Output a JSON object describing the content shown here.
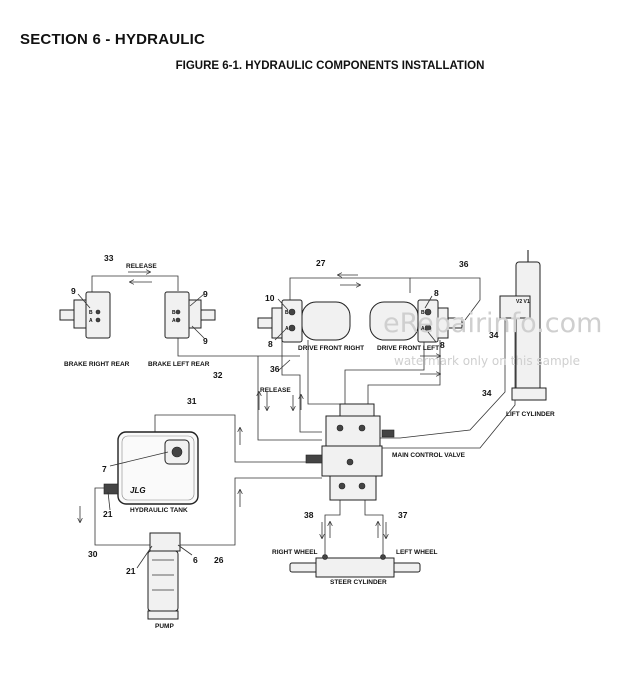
{
  "header": {
    "section_title": "SECTION 6 - HYDRAULIC",
    "figure_title": "FIGURE 6-1. HYDRAULIC COMPONENTS INSTALLATION"
  },
  "components": {
    "brake_right_rear": "BRAKE RIGHT REAR",
    "brake_left_rear": "BRAKE LEFT REAR",
    "drive_front_right": "DRIVE FRONT RIGHT",
    "drive_front_left": "DRIVE FRONT LEFT",
    "lift_cylinder": "LIFT CYLINDER",
    "main_control_valve": "MAIN CONTROL VALVE",
    "hydraulic_tank": "HYDRAULIC TANK",
    "pump": "PUMP",
    "right_wheel": "RIGHT WHEEL",
    "left_wheel": "LEFT WHEEL",
    "steer_cylinder": "STEER CYLINDER",
    "release_top": "RELEASE",
    "release_mid": "RELEASE",
    "tank_logo": "JLG",
    "lift_ports": "V2 V1"
  },
  "callouts": {
    "n33": "33",
    "n9a": "9",
    "n9b": "9",
    "n9c": "9",
    "n10": "10",
    "n8a": "8",
    "n8b": "8",
    "n8c": "8",
    "n27": "27",
    "n36a": "36",
    "n36b": "36",
    "n34a": "34",
    "n34b": "34",
    "n32": "32",
    "n31": "31",
    "n7": "7",
    "n21a": "21",
    "n21b": "21",
    "n30": "30",
    "n6": "6",
    "n26": "26",
    "n38": "38",
    "n37": "37"
  },
  "port_letters": {
    "b1": "B",
    "a1": "A",
    "b2": "B",
    "a2": "A",
    "b3": "B",
    "a3": "A",
    "b4": "B",
    "a4": "A"
  },
  "watermark": {
    "main": "eRepairinfo.com",
    "sub": "watermark only on this sample"
  },
  "colors": {
    "line": "#333333",
    "component_fill": "#f1f1f1",
    "watermark": "#cfcfcf"
  }
}
